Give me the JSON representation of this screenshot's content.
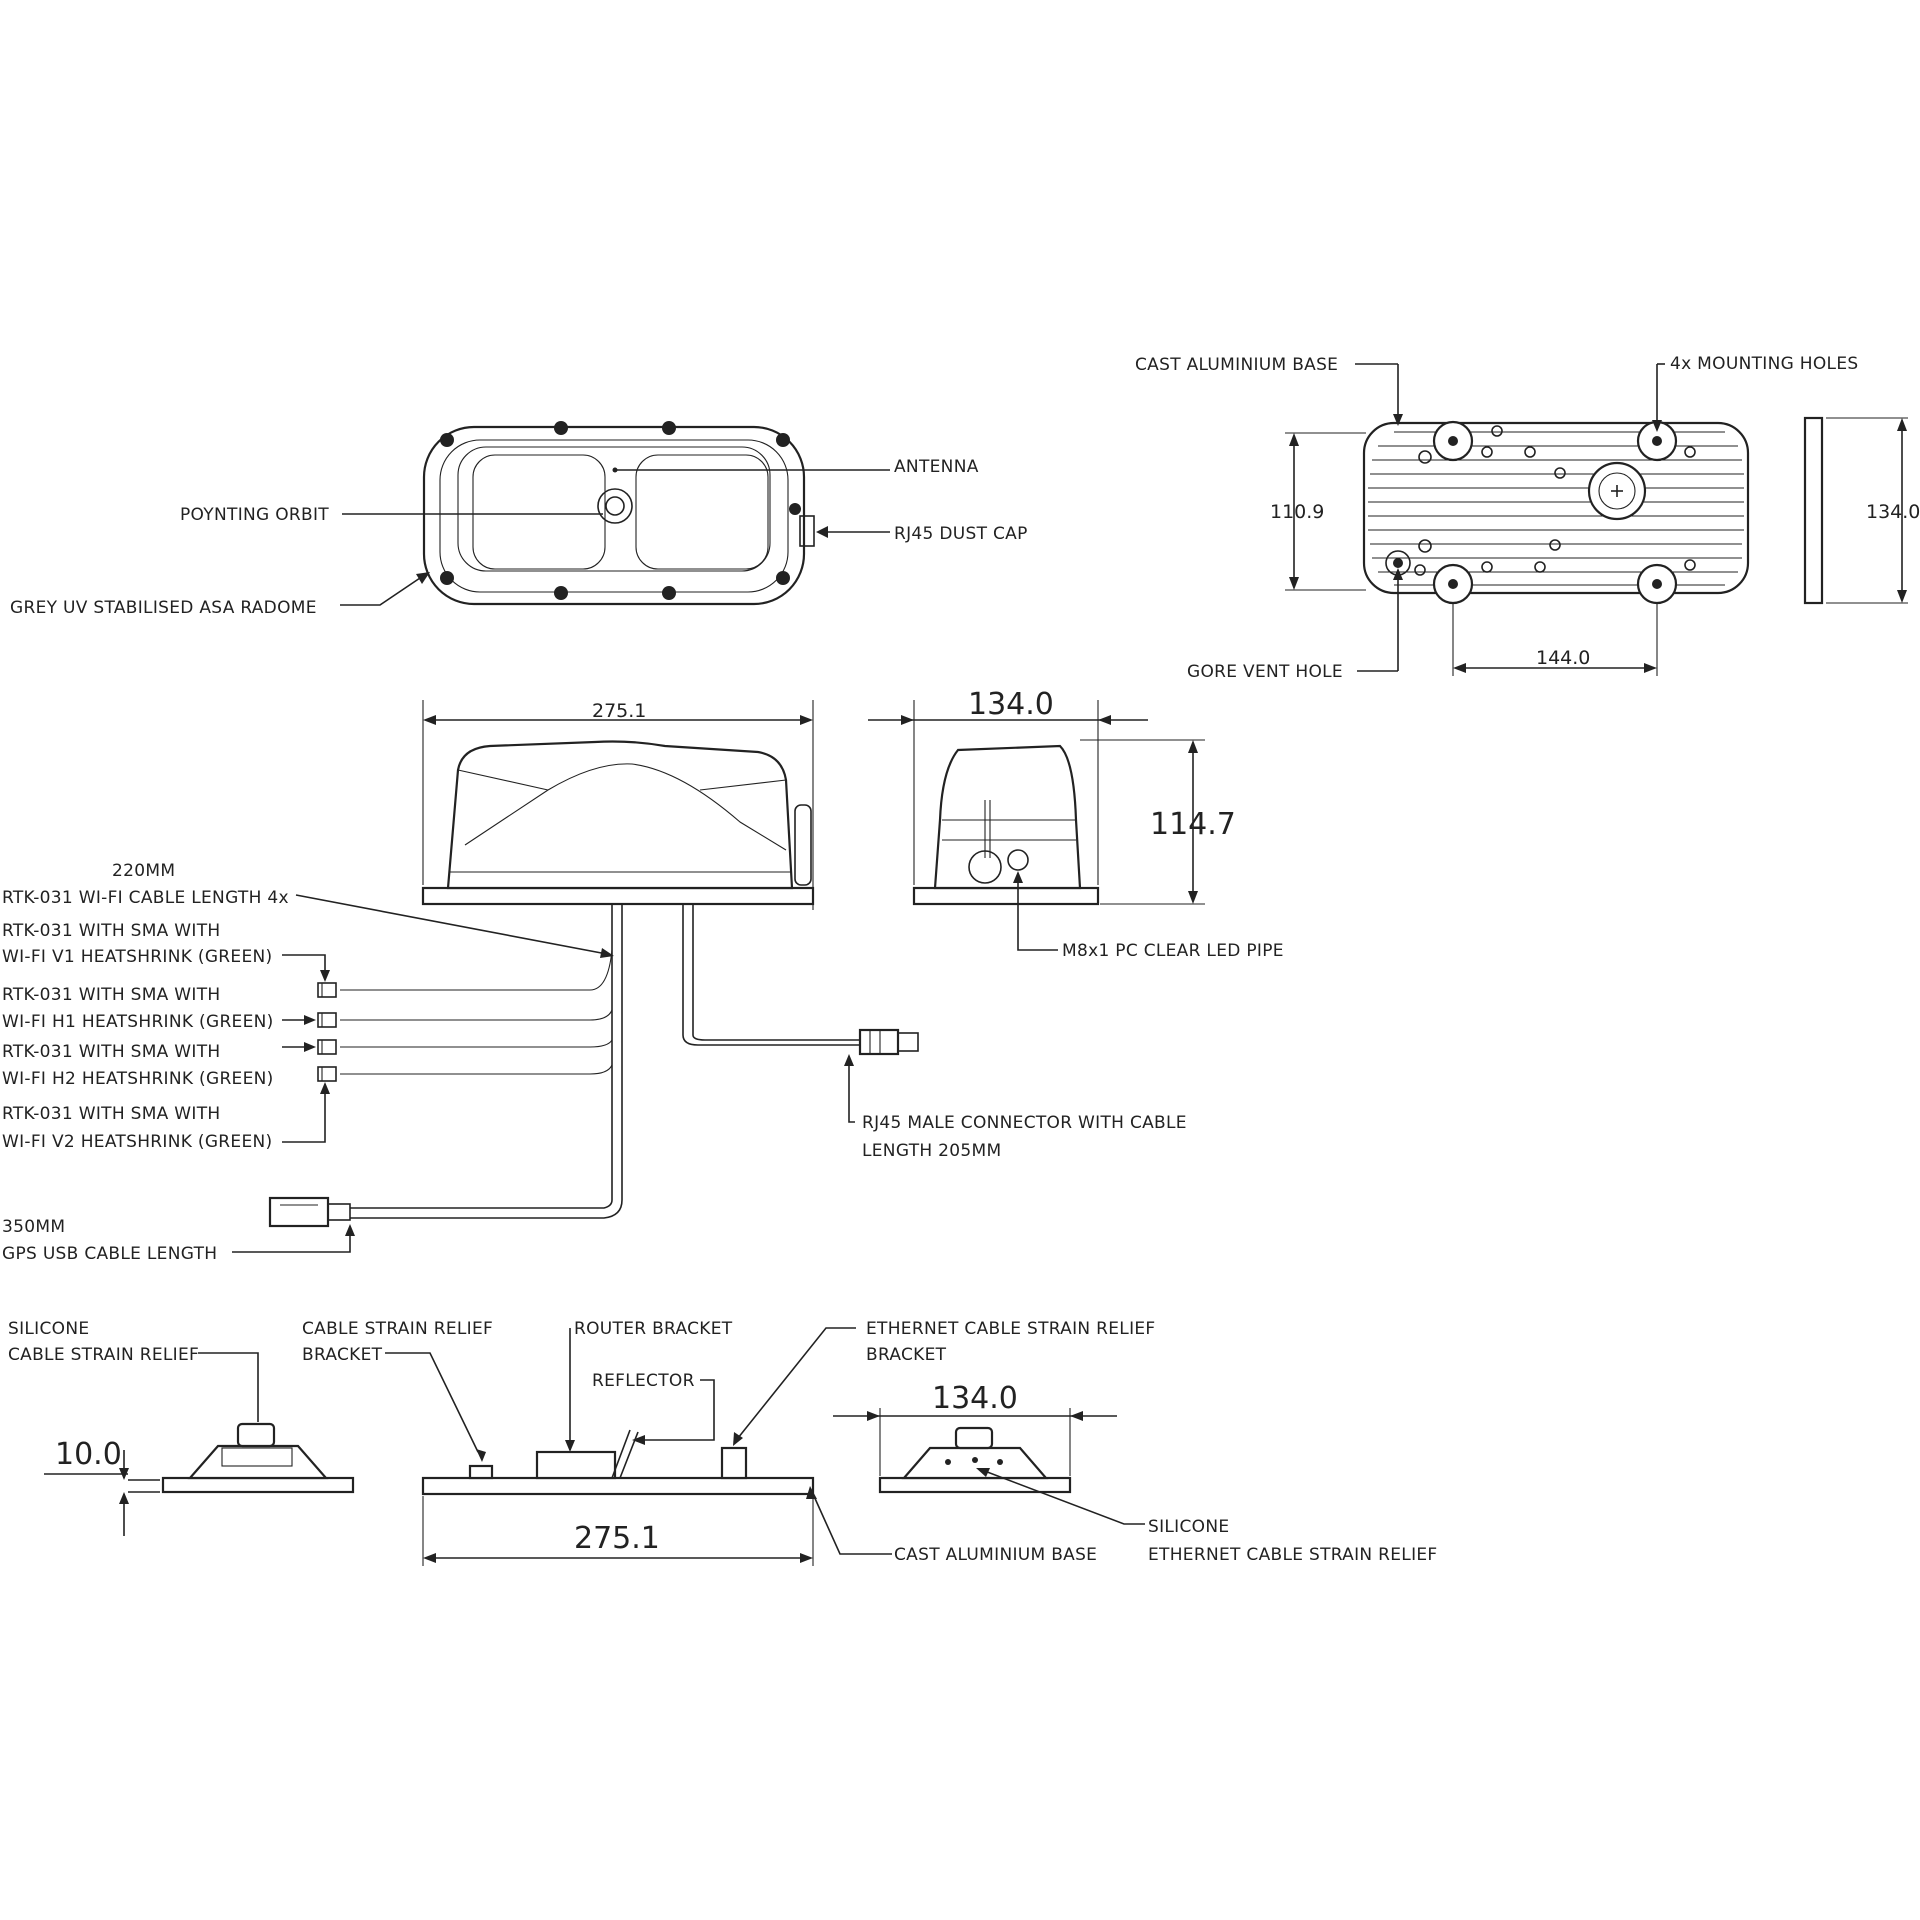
{
  "labels": {
    "cast_base_top": "CAST ALUMINIUM BASE",
    "mounting_holes": "4x MOUNTING HOLES",
    "antenna": "ANTENNA",
    "poynting_orbit": "POYNTING ORBIT",
    "rj45_dust_cap": "RJ45 DUST CAP",
    "radome": "GREY UV STABILISED ASA RADOME",
    "gore_vent": "GORE VENT HOLE",
    "led_pipe": "M8x1 PC CLEAR LED PIPE",
    "wifi_len_1": "220MM",
    "wifi_len_2": "RTK-031 WI-FI CABLE LENGTH 4x",
    "v1_1": "RTK-031 WITH SMA WITH",
    "v1_2": "WI-FI V1 HEATSHRINK (GREEN)",
    "h1_1": "RTK-031 WITH SMA WITH",
    "h1_2": "WI-FI H1 HEATSHRINK (GREEN)",
    "h2_1": "RTK-031 WITH SMA WITH",
    "h2_2": "WI-FI H2 HEATSHRINK (GREEN)",
    "v2_1": "RTK-031 WITH SMA WITH",
    "v2_2": "WI-FI V2 HEATSHRINK (GREEN)",
    "rj45_male_1": "RJ45 MALE CONNECTOR WITH CABLE",
    "rj45_male_2": "LENGTH 205MM",
    "gps_1": "350MM",
    "gps_2": "GPS USB CABLE LENGTH",
    "silicone_1": "SILICONE",
    "silicone_2": "CABLE STRAIN RELIEF",
    "csr_bracket_1": "CABLE STRAIN RELIEF",
    "csr_bracket_2": "BRACKET",
    "router_bracket": "ROUTER BRACKET",
    "reflector": "REFLECTOR",
    "eth_bracket_1": "ETHERNET CABLE STRAIN RELIEF",
    "eth_bracket_2": "BRACKET",
    "cast_base_bottom": "CAST ALUMINIUM BASE",
    "silicone_eth_1": "SILICONE",
    "silicone_eth_2": "ETHERNET CABLE STRAIN RELIEF"
  },
  "dimensions": {
    "base_height": "110.9",
    "base_width_right": "134.0",
    "hole_spacing": "144.0",
    "side_length": "275.1",
    "end_width": "134.0",
    "end_height": "114.7",
    "base_plate_thickness": "10.0",
    "base_length": "275.1",
    "base_end_width": "134.0"
  }
}
